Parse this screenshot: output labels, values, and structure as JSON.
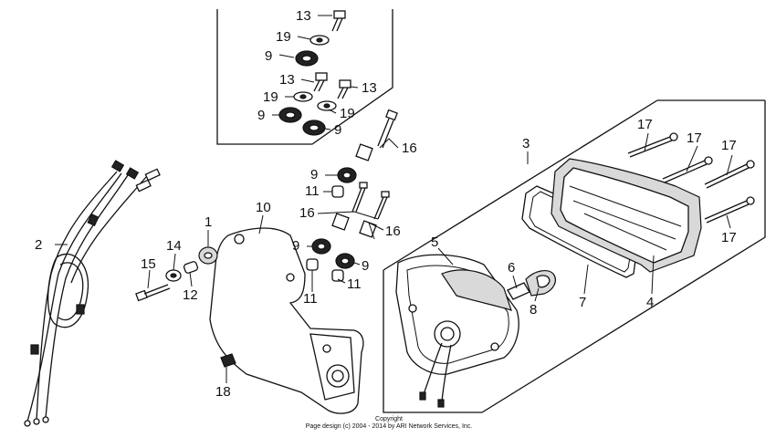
{
  "callouts": {
    "c1": "1",
    "c2": "2",
    "c3": "3",
    "c4": "4",
    "c5": "5",
    "c6": "6",
    "c7": "7",
    "c8": "8",
    "c9a": "9",
    "c9b": "9",
    "c9c": "9",
    "c9d": "9",
    "c9e": "9",
    "c9f": "9",
    "c10": "10",
    "c11a": "11",
    "c11b": "11",
    "c11c": "11",
    "c12": "12",
    "c13a": "13",
    "c13b": "13",
    "c13c": "13",
    "c14": "14",
    "c15": "15",
    "c16a": "16",
    "c16b": "16",
    "c16c": "16",
    "c17a": "17",
    "c17b": "17",
    "c17c": "17",
    "c17d": "17",
    "c18": "18",
    "c19a": "19",
    "c19b": "19",
    "c19c": "19"
  },
  "copyright": {
    "line1": "Copyright",
    "line2": "Page design (c) 2004 - 2014 by ARI Network Services, Inc."
  }
}
